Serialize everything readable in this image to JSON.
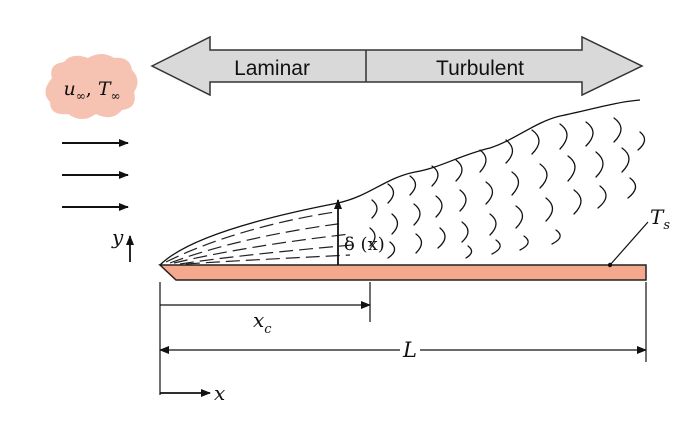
{
  "regime_arrow": {
    "laminar_label": "Laminar",
    "turbulent_label": "Turbulent",
    "fill_color": "#d9d9d9"
  },
  "freestream": {
    "label_u": "u",
    "label_u_sub": "∞",
    "label_sep": ", ",
    "label_t": "T",
    "label_t_sub": "∞",
    "cloud_color": "#f5b7a3"
  },
  "plate": {
    "color": "#f4a88e",
    "surface_temp_label": "T",
    "surface_temp_sub": "s"
  },
  "boundary_layer": {
    "thickness_label": "δ (x)"
  },
  "axes": {
    "y_label": "y",
    "x_label": "x"
  },
  "dimensions": {
    "critical_length_label": "x",
    "critical_length_sub": "c",
    "plate_length_label": "L"
  }
}
